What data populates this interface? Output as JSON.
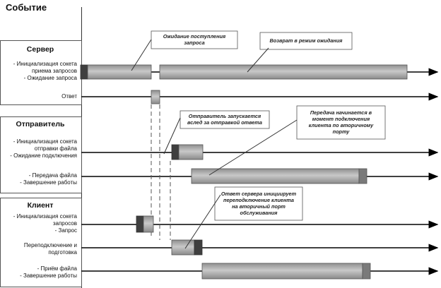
{
  "title": "Событие",
  "groups": {
    "server": "Сервер",
    "sender": "Отправитель",
    "client": "Клиент"
  },
  "row_labels": {
    "server_init": "- Инициализация сокета\nприема запросов\n- Ожидание запроса",
    "server_reply": "Ответ",
    "sender_init": "- Инициализация сокета\nотправки файла\n- Ожидание подключения",
    "sender_transfer": "- Передача файла\n- Завершение работы",
    "client_init": "- Инициализация сокета\nзапросов\n- Запрос",
    "client_reconnect": "Переподключение и\nподготовка",
    "client_receive": "- Приём файла\n- Завершение работы"
  },
  "callouts": {
    "waiting": "Ожидание поступления\nзапроса",
    "return_wait": "Возврат в режим ожидания",
    "sender_starts": "Отправитель запускается\nвслед за отправкой ответа",
    "transfer_starts": "Передача начинается в\nмомент подключения\nклиента по вторичному\nпорту",
    "server_reply_triggers": "Ответ сервера инициирует\nпереподключение клиента\nна вторичный порт\nобслуживания"
  },
  "colors": {
    "bar": "#a6a6a6",
    "bar_highlight": "#c6c6c6",
    "bar_dark": "#3f3f3f",
    "bar_end": "#7a7a7a",
    "line": "#000000",
    "dashed": "#555555"
  }
}
